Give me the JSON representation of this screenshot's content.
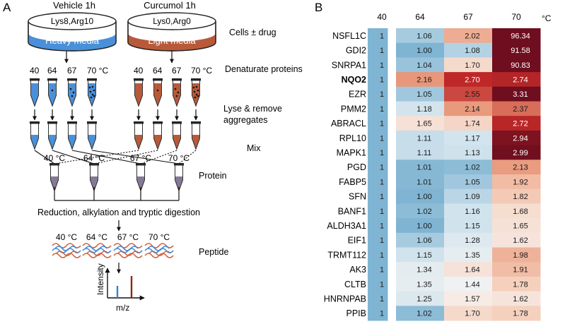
{
  "panel_a": {
    "letter": "A",
    "vehicle": {
      "title": "Vehicle 1h",
      "lid": "Lys8,Arg10",
      "media": "Heavy media",
      "color": "#4a90d9"
    },
    "curcumol": {
      "title": "Curcumol 1h",
      "lid": "Lys0,Arg0",
      "media": "Light media",
      "color": "#b85a3a"
    },
    "steps": {
      "cells_drug": "Cells ± drug",
      "denaturate": "Denaturate proteins",
      "lyse": "Lyse & remove",
      "aggregates": "aggregates",
      "mix": "Mix",
      "protein": "Protein",
      "digestion": "Reduction, alkylation and tryptic digestion",
      "peptide": "Peptide"
    },
    "temps_left": [
      "40",
      "64",
      "67",
      "70 °C"
    ],
    "temps_right": [
      "40",
      "64",
      "67",
      "70 °C"
    ],
    "mix_temps": [
      "40 °C",
      "64 °C",
      "67 °C",
      "70 °C"
    ],
    "peptide_temps": [
      "40 °C",
      "64 °C",
      "67 °C",
      "70 °C"
    ],
    "spectrum": {
      "ylabel": "Intensity",
      "xlabel": "m/z"
    }
  },
  "panel_b": {
    "letter": "B",
    "unit": "°C",
    "chart_data": {
      "type": "heatmap",
      "columns": [
        "40",
        "64",
        "67",
        "70"
      ],
      "rows": [
        {
          "gene": "NSFL1C",
          "bold": false,
          "values": [
            "1",
            "1.06",
            "2.02",
            "96.34"
          ]
        },
        {
          "gene": "GDI2",
          "bold": false,
          "values": [
            "1",
            "1.00",
            "1.08",
            "91.58"
          ]
        },
        {
          "gene": "SNRPA1",
          "bold": false,
          "values": [
            "1",
            "1.04",
            "1.70",
            "90.83"
          ]
        },
        {
          "gene": "NQO2",
          "bold": true,
          "values": [
            "1",
            "2.16",
            "2.70",
            "2.74"
          ]
        },
        {
          "gene": "EZR",
          "bold": false,
          "values": [
            "1",
            "1.05",
            "2.55",
            "3.31"
          ]
        },
        {
          "gene": "PMM2",
          "bold": false,
          "values": [
            "1",
            "1.18",
            "2.14",
            "2.37"
          ]
        },
        {
          "gene": "ABRACL",
          "bold": false,
          "values": [
            "1",
            "1.65",
            "1.74",
            "2.72"
          ]
        },
        {
          "gene": "RPL10",
          "bold": false,
          "values": [
            "1",
            "1.11",
            "1.17",
            "2.94"
          ]
        },
        {
          "gene": "MAPK1",
          "bold": false,
          "values": [
            "1",
            "1.11",
            "1.13",
            "2.99"
          ]
        },
        {
          "gene": "PGD",
          "bold": false,
          "values": [
            "1",
            "1.01",
            "1.02",
            "2.13"
          ]
        },
        {
          "gene": "FABP5",
          "bold": false,
          "values": [
            "1",
            "1.01",
            "1.05",
            "1.92"
          ]
        },
        {
          "gene": "SFN",
          "bold": false,
          "values": [
            "1",
            "1.00",
            "1.09",
            "1.82"
          ]
        },
        {
          "gene": "BANF1",
          "bold": false,
          "values": [
            "1",
            "1.02",
            "1.16",
            "1.68"
          ]
        },
        {
          "gene": "ALDH3A1",
          "bold": false,
          "values": [
            "1",
            "1.00",
            "1.15",
            "1.65"
          ]
        },
        {
          "gene": "EIF1",
          "bold": false,
          "values": [
            "1",
            "1.06",
            "1.28",
            "1.62"
          ]
        },
        {
          "gene": "TRMT112",
          "bold": false,
          "values": [
            "1",
            "1.15",
            "1.35",
            "1.98"
          ]
        },
        {
          "gene": "AK3",
          "bold": false,
          "values": [
            "1",
            "1.34",
            "1.64",
            "1.91"
          ]
        },
        {
          "gene": "CLTB",
          "bold": false,
          "values": [
            "1",
            "1.35",
            "1.44",
            "1.78"
          ]
        },
        {
          "gene": "HNRNPAB",
          "bold": false,
          "values": [
            "1",
            "1.25",
            "1.57",
            "1.62"
          ]
        },
        {
          "gene": "PPIB",
          "bold": false,
          "values": [
            "1",
            "1.02",
            "1.70",
            "1.78"
          ]
        }
      ]
    }
  }
}
